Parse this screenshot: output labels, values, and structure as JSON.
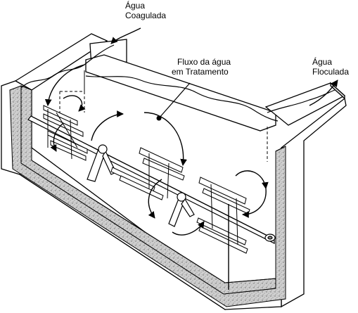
{
  "labels": {
    "coagulated_line1": "Água",
    "coagulated_line2": "Coagulada",
    "flow_line1": "Fluxo da água",
    "flow_line2": "em Tratamento",
    "flocculated_line1": "Água",
    "flocculated_line2": "Floculada"
  },
  "colors": {
    "stroke": "#000000",
    "concrete": "#d4d4d4",
    "wall_face": "#ffffff",
    "background": "#ffffff"
  }
}
